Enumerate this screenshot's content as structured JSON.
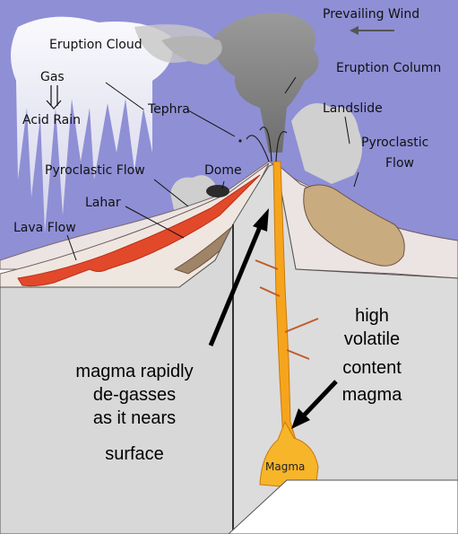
{
  "labels": {
    "prevailing_wind": "Prevailing Wind",
    "eruption_cloud": "Eruption Cloud",
    "gas": "Gas",
    "acid_rain": "Acid Rain",
    "eruption_column": "Eruption Column",
    "tephra": "Tephra",
    "landslide": "Landslide",
    "pyroclastic_flow_right_1": "Pyroclastic",
    "pyroclastic_flow_right_2": "Flow",
    "pyroclastic_flow_left": "Pyroclastic Flow",
    "dome": "Dome",
    "lahar": "Lahar",
    "lava_flow": "Lava Flow",
    "magma": "Magma"
  },
  "annotations": {
    "degas": [
      "magma rapidly",
      "de-gasses",
      "as it nears",
      "surface"
    ],
    "high_volatile": [
      "high",
      "volatile",
      "content",
      "magma"
    ]
  },
  "colors": {
    "sky": "#8f8fd6",
    "cloud_white": "#ffffff",
    "ash_grey": "#8a8a8a",
    "ground_cut": "#d8d8d8",
    "ground_surface": "#ece3e3",
    "magma": "#f7a41d",
    "lava": "#e2492a",
    "lahar": "#a08468",
    "landslide": "#c9ab80"
  }
}
